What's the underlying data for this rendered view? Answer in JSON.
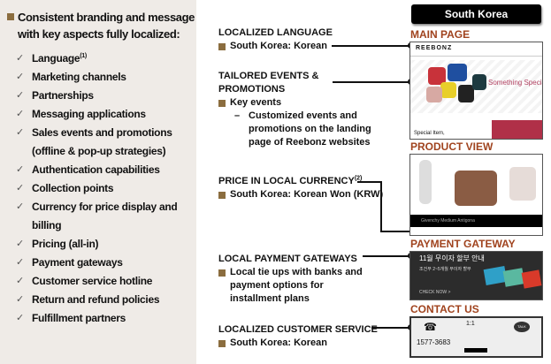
{
  "left": {
    "title_line1": "Consistent branding and message",
    "title_line2": "with key aspects fully localized:",
    "items": [
      {
        "label": "Language",
        "sup": "(1)"
      },
      {
        "label": "Marketing channels"
      },
      {
        "label": "Partnerships"
      },
      {
        "label": "Messaging applications"
      },
      {
        "label": "Sales events and promotions"
      },
      {
        "label": "(offline & pop-up strategies)"
      },
      {
        "label": "Authentication capabilities"
      },
      {
        "label": "Collection points"
      },
      {
        "label": "Currency for price display and"
      },
      {
        "label": "billing"
      },
      {
        "label": "Pricing (all-in)"
      },
      {
        "label": "Payment gateways"
      },
      {
        "label": "Customer service hotline"
      },
      {
        "label": "Return and refund policies"
      },
      {
        "label": "Fulfillment partners"
      }
    ]
  },
  "middle": {
    "language": {
      "heading": "LOCALIZED LANGUAGE",
      "bullet": "South Korea: Korean"
    },
    "events": {
      "heading1": "TAILORED EVENTS &",
      "heading2": "PROMOTIONS",
      "bullet": "Key events",
      "dash1": "Customized events and",
      "dash2": "promotions on the landing",
      "dash3": "page of Reebonz websites"
    },
    "currency": {
      "heading": "PRICE IN LOCAL CURRENCY",
      "sup": "(2)",
      "bullet": "South Korea: Korean Won (KRW)"
    },
    "payment": {
      "heading": "LOCAL PAYMENT GATEWAYS",
      "b1": "Local tie ups with banks and",
      "b2": "payment options for",
      "b3": "installment plans"
    },
    "service": {
      "heading": "LOCALIZED CUSTOMER SERVICE",
      "bullet": "South Korea: Korean"
    }
  },
  "right": {
    "country": "South Korea",
    "main_page": "MAIN PAGE",
    "product_view": "PRODUCT VIEW",
    "payment_gateway": "PAYMENT GATEWAY",
    "contact_us": "CONTACT US",
    "reebonz": "REEBONZ",
    "promo": "Something Special",
    "special": "Special Item,",
    "product_name": "Givenchy Medium Antigona",
    "pay_title": "11월 무이자 할부 안내",
    "pay_sub": "조건부 2~5개월 무이자 할부",
    "check_now": "CHECK NOW >",
    "phone": "1577-3683",
    "one_to_one": "1:1",
    "talk": "TALK"
  },
  "colors": {
    "accent": "#8b6d3f",
    "label": "#a0431e"
  }
}
